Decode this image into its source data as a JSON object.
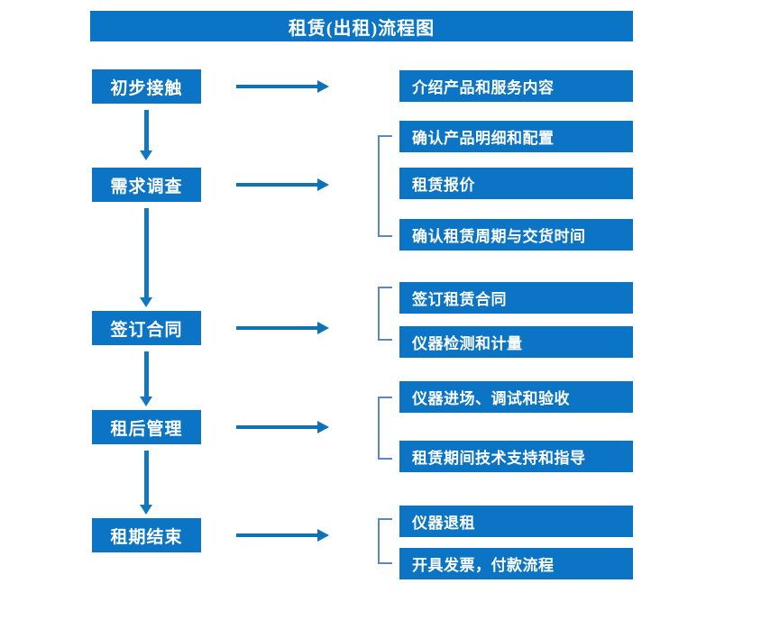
{
  "title": "租赁(出租)流程图",
  "accent_color": "#0b74c4",
  "arrow_color": "#0f72b5",
  "bracket_color": "#5b87c4",
  "text_color": "#ffffff",
  "background_color": "#ffffff",
  "stages": [
    {
      "id": "initial-contact",
      "label": "初步接触"
    },
    {
      "id": "demand-survey",
      "label": "需求调查"
    },
    {
      "id": "sign-contract",
      "label": "签订合同"
    },
    {
      "id": "post-rent-mgmt",
      "label": "租后管理"
    },
    {
      "id": "lease-end",
      "label": "租期结束"
    }
  ],
  "details": [
    {
      "id": "introduce-products",
      "label": "介绍产品和服务内容",
      "group": 0
    },
    {
      "id": "confirm-spec-config",
      "label": "确认产品明细和配置",
      "group": 1
    },
    {
      "id": "rental-quotation",
      "label": "租赁报价",
      "group": 1
    },
    {
      "id": "confirm-period-delivery",
      "label": "确认租赁周期与交货时间",
      "group": 1
    },
    {
      "id": "sign-rental-contract",
      "label": "签订租赁合同",
      "group": 2
    },
    {
      "id": "instrument-test-measure",
      "label": "仪器检测和计量",
      "group": 2
    },
    {
      "id": "install-debug-accept",
      "label": "仪器进场、调试和验收",
      "group": 3
    },
    {
      "id": "tech-support-guidance",
      "label": "租赁期间技术支持和指导",
      "group": 3
    },
    {
      "id": "instrument-return",
      "label": "仪器退租",
      "group": 4
    },
    {
      "id": "invoice-payment",
      "label": "开具发票，付款流程",
      "group": 4
    }
  ],
  "connector_labels": {
    "horizontal_arrow": "流向箭头",
    "vertical_arrow": "顺序箭头",
    "group_bracket": "分组括号"
  },
  "chart_data": {
    "type": "flowchart",
    "title": "租赁(出租)流程图",
    "orientation": "vertical-with-side-details",
    "nodes": [
      {
        "stage": "初步接触",
        "details": [
          "介绍产品和服务内容"
        ]
      },
      {
        "stage": "需求调查",
        "details": [
          "确认产品明细和配置",
          "租赁报价",
          "确认租赁周期与交货时间"
        ]
      },
      {
        "stage": "签订合同",
        "details": [
          "签订租赁合同",
          "仪器检测和计量"
        ]
      },
      {
        "stage": "租后管理",
        "details": [
          "仪器进场、调试和验收",
          "租赁期间技术支持和指导"
        ]
      },
      {
        "stage": "租期结束",
        "details": [
          "仪器退租",
          "开具发票，付款流程"
        ]
      }
    ],
    "edges": [
      {
        "from": "初步接触",
        "to": "需求调查"
      },
      {
        "from": "需求调查",
        "to": "签订合同"
      },
      {
        "from": "签订合同",
        "to": "租后管理"
      },
      {
        "from": "租后管理",
        "to": "租期结束"
      }
    ]
  }
}
